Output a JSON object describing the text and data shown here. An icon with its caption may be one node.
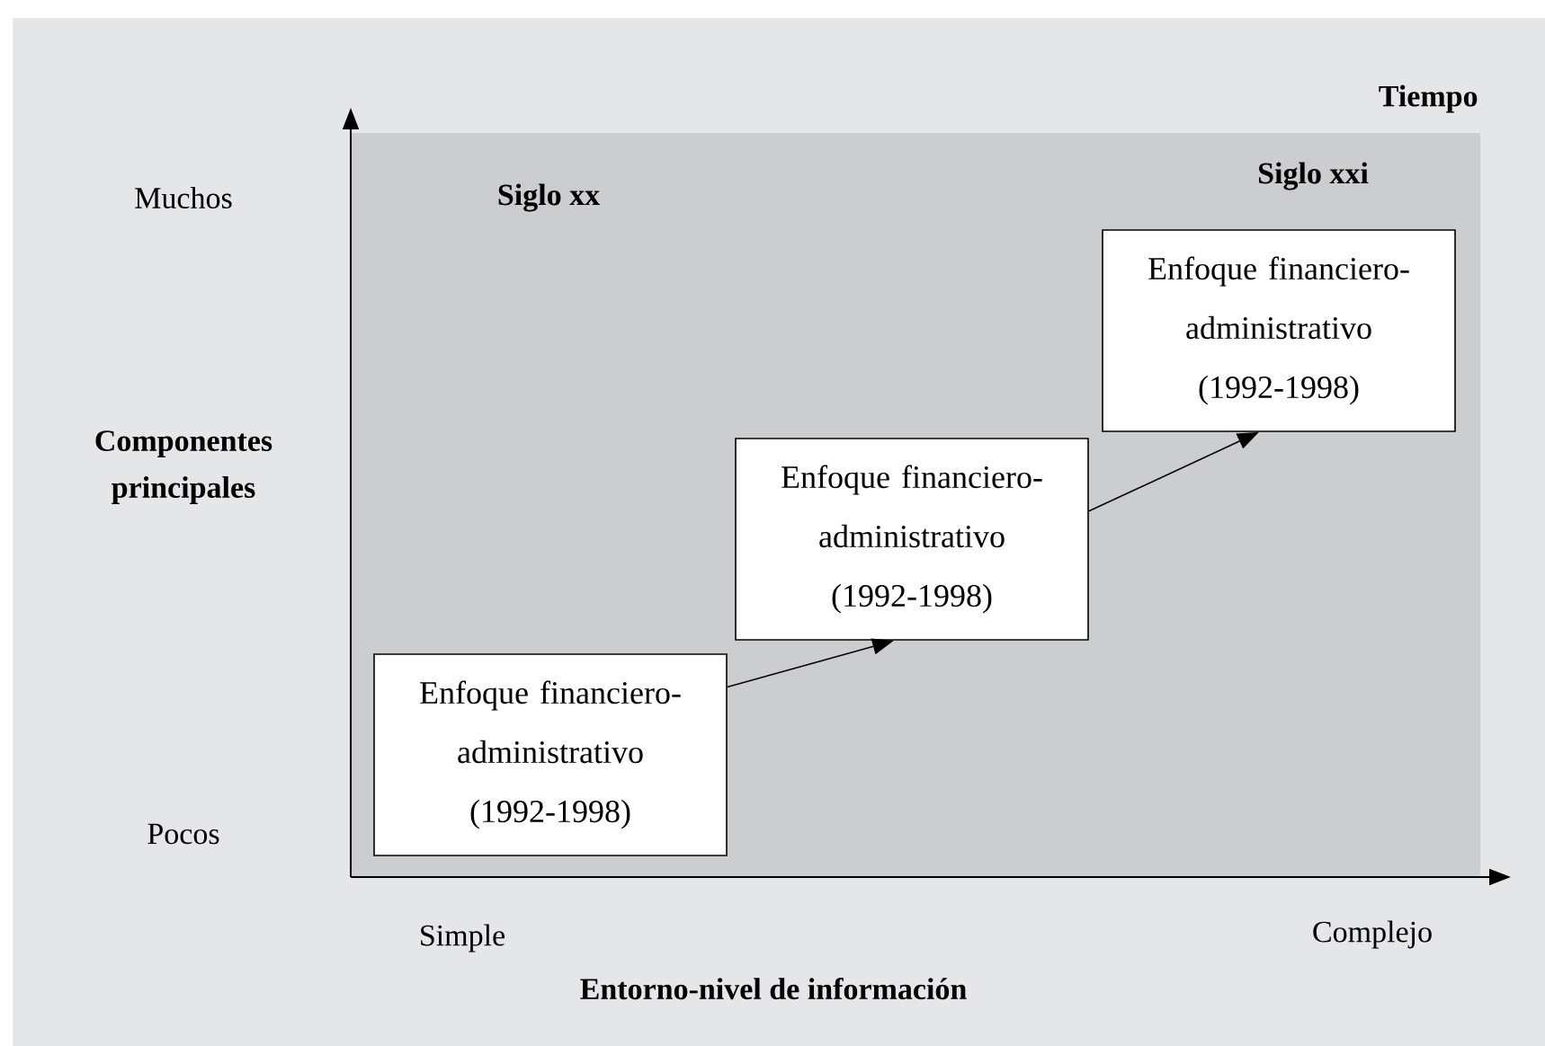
{
  "diagram": {
    "nodes": [
      {
        "text": [
          "Enfoque financiero-administrativo (1992-1998)"
        ]
      },
      {
        "text": [
          "Enfoque financiero-administrativo (1992-1998)"
        ]
      },
      {
        "text": [
          "Enfoque financiero-administrativo (1992-1998)"
        ]
      }
    ],
    "edges": [
      {
        "from": 0,
        "to": 1,
        "arrow": "to"
      },
      {
        "from": 1,
        "to": 2,
        "arrow": "to"
      }
    ],
    "labels": [
      "Tiempo",
      "Muchos",
      "Siglo xx",
      "Siglo xxi",
      "Componentes principales",
      "Pocos",
      "Simple",
      "Complejo",
      "Entorno-nivel de información"
    ]
  }
}
